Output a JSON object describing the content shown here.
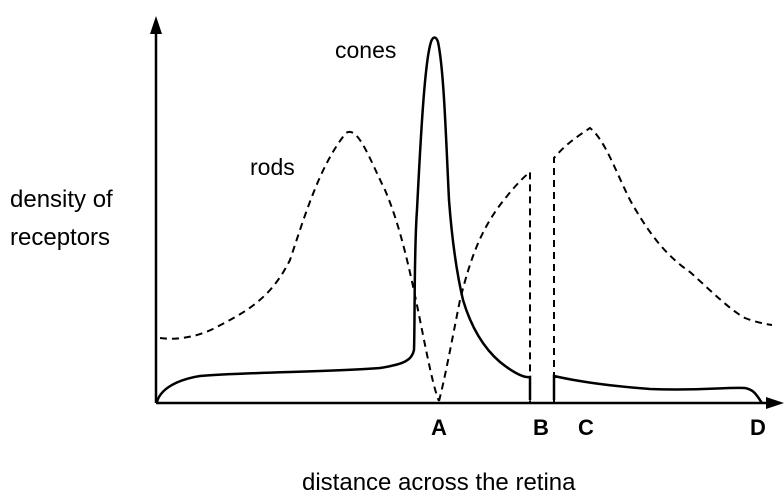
{
  "figure": {
    "y_axis_label_line1": "density of",
    "y_axis_label_line2": "receptors",
    "x_axis_label": "distance across the retina",
    "curves": {
      "cones_label": "cones",
      "rods_label": "rods"
    },
    "points": {
      "a": "A",
      "b": "B",
      "c": "C",
      "d": "D"
    },
    "line_color": "#000000",
    "background": "#ffffff"
  }
}
